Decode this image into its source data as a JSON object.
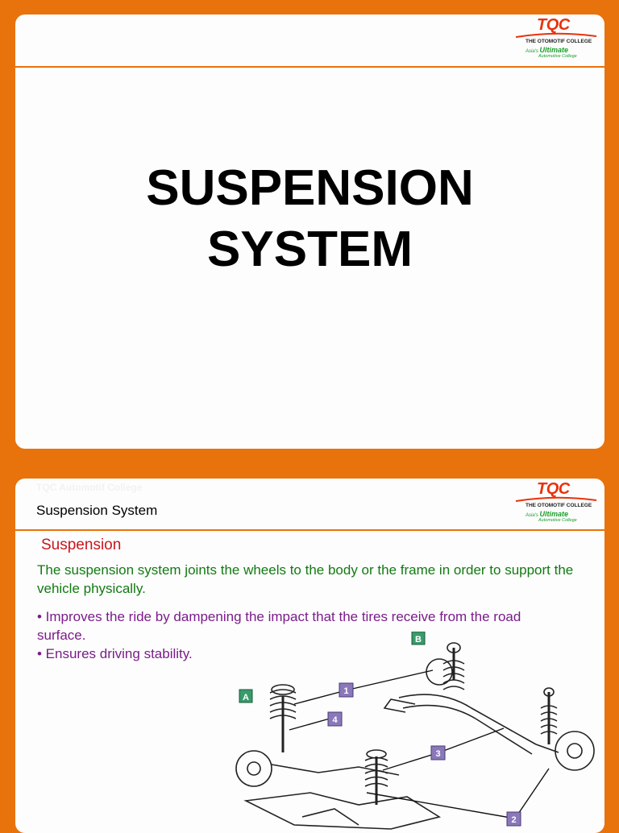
{
  "logo": {
    "brand": "TQC",
    "college": "THE OTOMOTIF COLLEGE",
    "tagline_prefix": "Asia's",
    "tagline_big": "Ultimate",
    "tagline_rest": "Automotive College"
  },
  "slide1": {
    "title_line1": "SUSPENSION",
    "title_line2": "SYSTEM"
  },
  "slide2": {
    "faint_header": "TQC Automotif College",
    "header_title": "Suspension System",
    "section_title": "Suspension",
    "paragraph": "The suspension system joints the wheels to the body or the frame in order to support the vehicle physically.",
    "bullets": [
      "• Improves the ride by dampening the impact that the tires receive from the road surface.",
      "• Ensures driving stability."
    ],
    "diagram_labels": {
      "A": "A",
      "B": "B",
      "n1": "1",
      "n2": "2",
      "n3": "3",
      "n4": "4"
    }
  },
  "colors": {
    "background": "#e8720c",
    "accent_red": "#c8161d",
    "text_green": "#127a12",
    "text_purple": "#7a1c8a",
    "label_purple": "#8a78b8",
    "label_green": "#3a9a6a"
  }
}
